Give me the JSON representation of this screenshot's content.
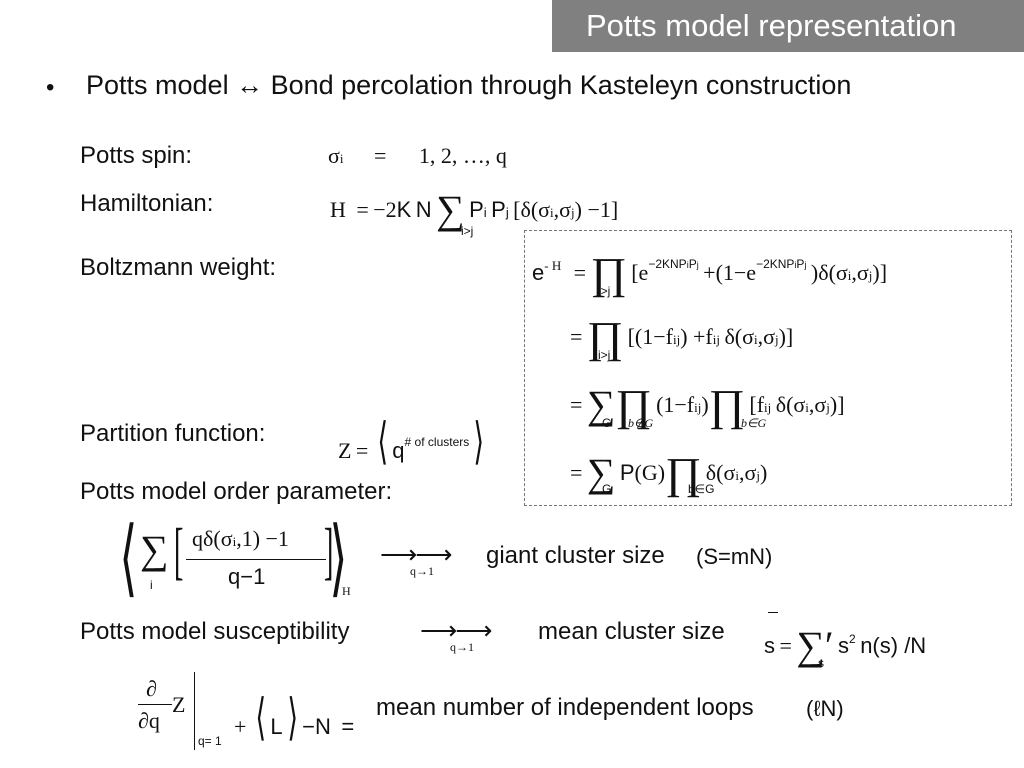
{
  "title": "Potts model representation",
  "bullet": "•",
  "headline": "Potts model ↔ Bond percolation through Kasteleyn construction",
  "labels": {
    "potts_spin": "Potts spin:",
    "hamiltonian": "Hamiltonian:",
    "boltzmann": "Boltzmann weight:",
    "partition": "Partition function:",
    "order_param": "Potts model order parameter:",
    "susceptibility": "Potts model susceptibility"
  },
  "spin": {
    "sigma": "σ",
    "sub": "i",
    "eq": "=",
    "v1": "1, 2, …, q"
  },
  "hamiltonian": {
    "lhs": "H",
    "eq": "=",
    "coef": "−2",
    "K": "K",
    "N": "N",
    "sum": "∑",
    "sum_sub": "i>j",
    "body": "P",
    "i": "i",
    "j": "j",
    "delta": "[δ(σ",
    "comma": ",σ",
    "close": ") −1]"
  },
  "boltz": {
    "lhs_e": "e",
    "lhs_exp": "- H",
    "eq": "=",
    "prod": "∏",
    "prod_sub": "i>j",
    "l1_a": "[e",
    "l1_exp": "−2KNP",
    "l1_exp_sub1": "i",
    "l1_exp2": "P",
    "l1_exp_sub2": "j",
    "l1_b": "+(1−e",
    "l1_c": ")δ(σ",
    "l1_d": ",σ",
    "l1_e": ")]",
    "l2_a": "[(1−f",
    "l2_b": ") +f",
    "l2_c": "δ(σ",
    "l2_d": ",σ",
    "l2_e": ")]",
    "ij": "ij",
    "i": "i",
    "j": "j",
    "sumG": "∑",
    "G": "G",
    "b_notin": "b∉G",
    "b_in": "b∈G",
    "l3_a": "(1−f",
    "l3_b": ")",
    "l3_c": "[f",
    "l3_d": "δ(σ",
    "l3_e": ",σ",
    "l3_f": ")]",
    "l4_a": "P",
    "l4_b": "(G)",
    "l4_c": "δ(σ",
    "l4_d": ",σ",
    "l4_e": ")"
  },
  "partition": {
    "Z": "Z",
    "eq": "=",
    "q": "q",
    "exp": "# of clusters"
  },
  "order": {
    "sum": "∑",
    "sum_sub": "i",
    "num": "qδ(σ",
    "num_sub": "i",
    "num_rest": ",1) −1",
    "den": "q−1",
    "H": "H",
    "arrow_sub": "q→1",
    "result": "giant cluster size",
    "result_paren": "(S=mN)"
  },
  "susc": {
    "arrow_sub": "q→1",
    "result": "mean cluster size",
    "sbar": "s",
    "eq": "=",
    "sum": "∑′",
    "sum_sub": "s",
    "term": "s",
    "sq": "2",
    "n": "n(s) /N"
  },
  "loops": {
    "d": "∂",
    "dq": "∂q",
    "Z": "Z",
    "eval": "q= 1",
    "plus": "+",
    "L": "L",
    "minus": "−N",
    "eq": "=",
    "result": "mean number of independent loops",
    "paren": "(ℓN)"
  }
}
